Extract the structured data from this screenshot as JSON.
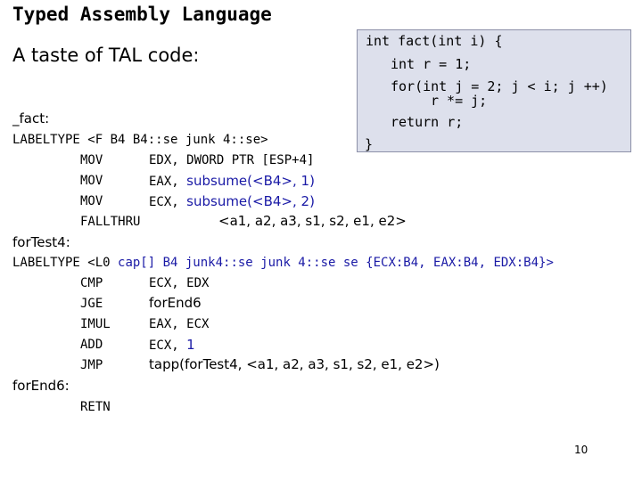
{
  "slide": {
    "title": "Typed Assembly Language",
    "subtitle": "A taste of TAL code:",
    "page_number": "10"
  },
  "c_code": [
    "int fact(int i) {",
    "int r = 1;",
    "for(int j = 2; j < i; j ++)",
    "r *= j;",
    "return r;",
    "}"
  ],
  "tal": {
    "fact_label": "_fact:",
    "fact_type": "LABELTYPE <F B4 B4::se junk 4::se>",
    "fact_instr": [
      {
        "op": "MOV",
        "arg1": "EDX, DWORD PTR [ESP+4]",
        "arg2": ""
      },
      {
        "op": "MOV",
        "arg1": "EAX, ",
        "arg2": "subsume(<B4>, 1)"
      },
      {
        "op": "MOV",
        "arg1": "ECX, ",
        "arg2": "subsume(<B4>, 2)"
      },
      {
        "op": "FALLTHRU",
        "arg1": "",
        "arg2": "<a1, a2, a3, s1, s2, e1, e2>"
      }
    ],
    "loop_label": "forTest4:",
    "loop_type_a": "LABELTYPE <L0 ",
    "loop_type_b": "cap[] B4 junk4::se junk 4::se se {ECX:B4, EAX:B4, EDX:B4}>",
    "loop_instr": [
      {
        "op": "CMP",
        "arg1": "ECX, EDX",
        "arg2": ""
      },
      {
        "op": "JGE",
        "arg1": "",
        "arg2": "forEnd6"
      },
      {
        "op": "IMUL",
        "arg1": "EAX, ECX",
        "arg2": ""
      },
      {
        "op": "ADD",
        "arg1": "ECX, ",
        "arg2": "1"
      },
      {
        "op": "JMP",
        "arg1": "",
        "arg2": "tapp(forTest4, <a1, a2, a3, s1, s2, e1, e2>)"
      }
    ],
    "end_label": "forEnd6:",
    "end_instr": [
      {
        "op": "RETN",
        "arg1": "",
        "arg2": ""
      }
    ]
  }
}
